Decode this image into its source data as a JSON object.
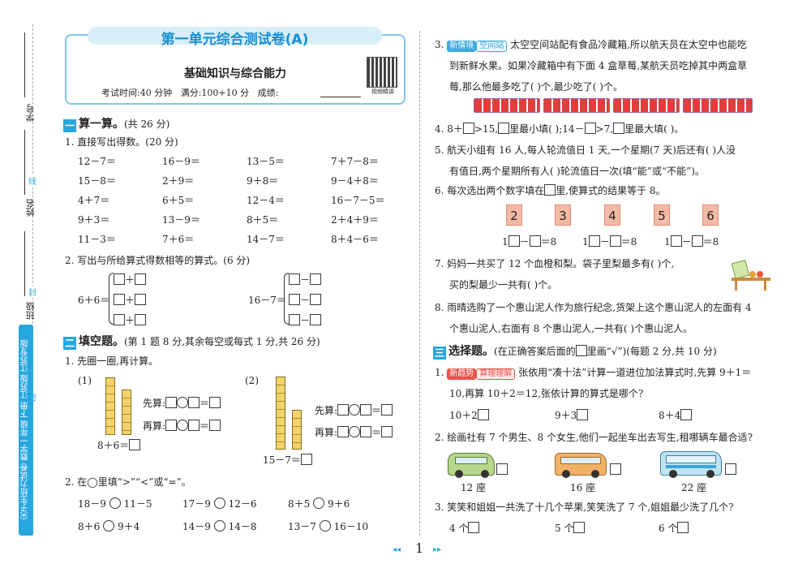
{
  "header": {
    "title": "第一单元综合测试卷(A)",
    "subtitle": "基础知识与综合能力",
    "info": "考试时间:40 分钟   满分:100+10 分   成绩:",
    "qr_label": "视频精讲"
  },
  "spine": {
    "labels": [
      "学号",
      "姓名",
      "班级"
    ],
    "cut_marks": [
      "线",
      "封",
      "密"
    ],
    "book_title": "尖子生给力试卷 数学一年级 下册 江苏版 江苏专版"
  },
  "sec1": {
    "num": "一",
    "title": "算一算。",
    "score": "(共 26 分)",
    "q1": {
      "label": "1. 直接写出得数。(20 分)",
      "rows": [
        [
          "12－7＝",
          "16－9＝",
          "13－5＝",
          "7＋7－8＝"
        ],
        [
          "15－8＝",
          "2＋9＝",
          "9＋8＝",
          "9－4＋8＝"
        ],
        [
          "4＋7＝",
          "6＋5＝",
          "12－4＝",
          "16－7－5＝"
        ],
        [
          "9＋3＝",
          "13－9＝",
          "8＋5＝",
          "2＋4＋9＝"
        ],
        [
          "11－3＝",
          "7＋6＝",
          "14－7＝",
          "8＋4－6＝"
        ]
      ]
    },
    "q2": {
      "label": "2. 写出与所给算式得数相等的算式。(6 分)",
      "left_expr": "6＋6＝",
      "right_expr": "16－7＝",
      "plus": "＋",
      "minus": "－"
    }
  },
  "sec2": {
    "num": "二",
    "title": "填空题。",
    "score": "(第 1 题 8 分,其余每空或每式 1 分,共 26 分)",
    "q1": {
      "label": "1. 先圈一圈,再计算。",
      "p1": "(1)",
      "p2": "(2)",
      "first": "先算:",
      "then": "再算:",
      "eq1": "8＋6＝",
      "eq2": "15－7＝"
    },
    "q2": {
      "label": "2. 在◯里填“>”“<”或“=”。",
      "rows": [
        [
          [
            "18－9",
            "11－5"
          ],
          [
            "17－9",
            "12－6"
          ],
          [
            "8＋5",
            "9＋6"
          ]
        ],
        [
          [
            "8＋6",
            "9＋4"
          ],
          [
            "14－9",
            "14－8"
          ],
          [
            "13－7",
            "16－10"
          ]
        ]
      ]
    }
  },
  "right": {
    "q3": {
      "num": "3.",
      "tag1": "新情境",
      "tag2": "空间站",
      "line1": "太空空间站配有食品冷藏箱,所以航天员在太空中也能吃",
      "line2": "到新鲜水果。如果冷藏箱中有下面 4 盒草莓,某航天员吃掉其中两盒草",
      "line3": "莓,那么他最多吃了(    )个,最少吃了(    )个。"
    },
    "q4": {
      "num": "4.",
      "text_a": "8＋",
      "text_b": ">15,",
      "text_c": "里最小填(    );14－",
      "text_d": ">7,",
      "text_e": "里最大填(    )。"
    },
    "q5": {
      "num": "5.",
      "line1": "航天小组有 16 人,每人轮流值日 1 天,一个星期(7 天)后还有(    )人没",
      "line2": "有值日,两个星期所有人(    )轮流值日一次(填“能”或“不能”)。"
    },
    "q6": {
      "num": "6.",
      "text_a": "每次选出两个数字填在",
      "text_b": "里,使算式的结果等于 8。",
      "cards": [
        "2",
        "3",
        "4",
        "5",
        "6"
      ],
      "eq_prefix": "1",
      "eq_minus": "－",
      "eq_end": "＝8"
    },
    "q7": {
      "num": "7.",
      "line1": "妈妈一共买了 12 个血橙和梨。袋子里梨最多有(    )个,",
      "line2": "买的梨最少一共有(    )个。"
    },
    "q8": {
      "num": "8.",
      "line1": "雨晴选购了一个惠山泥人作为旅行纪念,货架上这个惠山泥人的左面有 4",
      "line2": "个惠山泥人,右面有 8 个惠山泥人,一共有(    )个惠山泥人。"
    },
    "sec3": {
      "num": "三",
      "title": "选择题。",
      "desc_a": "(在正确答案后面的",
      "desc_b": "里画“√”)(每题 2 分,共 10 分)",
      "c1": {
        "num": "1.",
        "tag1": "新趋势",
        "tag2": "算理理解",
        "line1": "张依用“凑十法”计算一道进位加法算式时,先算 9＋1＝",
        "line2": "10,再算 10＋2＝12,张依计算的算式是哪个?",
        "options": [
          "10＋2",
          "9＋3",
          "8＋4"
        ]
      },
      "c2": {
        "num": "2.",
        "text": "绘画社有 7 个男生、8 个女生,他们一起坐车出去写生,租哪辆车最合适?",
        "options": [
          "12 座",
          "16 座",
          "22 座"
        ]
      },
      "c3": {
        "num": "3.",
        "text": "笑笑和姐姐一共洗了十几个苹果,笑笑洗了 7 个,姐姐最少洗了几个?",
        "options": [
          "4 个",
          "5 个",
          "6 个"
        ]
      }
    }
  },
  "footer": {
    "page": "1",
    "prev": "◂◂",
    "next": "▸▸"
  },
  "colors": {
    "accent": "#27a7df",
    "title_blue": "#1a8fd1",
    "tag_red": "#e8524a",
    "card_pink": "#f4b9a4"
  }
}
